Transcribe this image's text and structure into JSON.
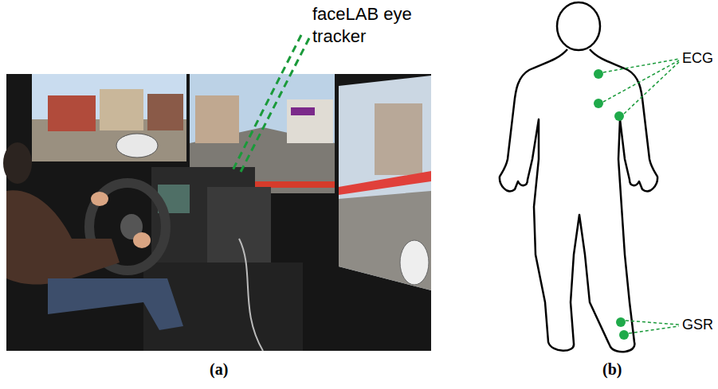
{
  "diagram": {
    "labels": [
      "faceLAB eye tracker",
      "ECG",
      "GSR",
      "(a)",
      "(b)"
    ]
  }
}
